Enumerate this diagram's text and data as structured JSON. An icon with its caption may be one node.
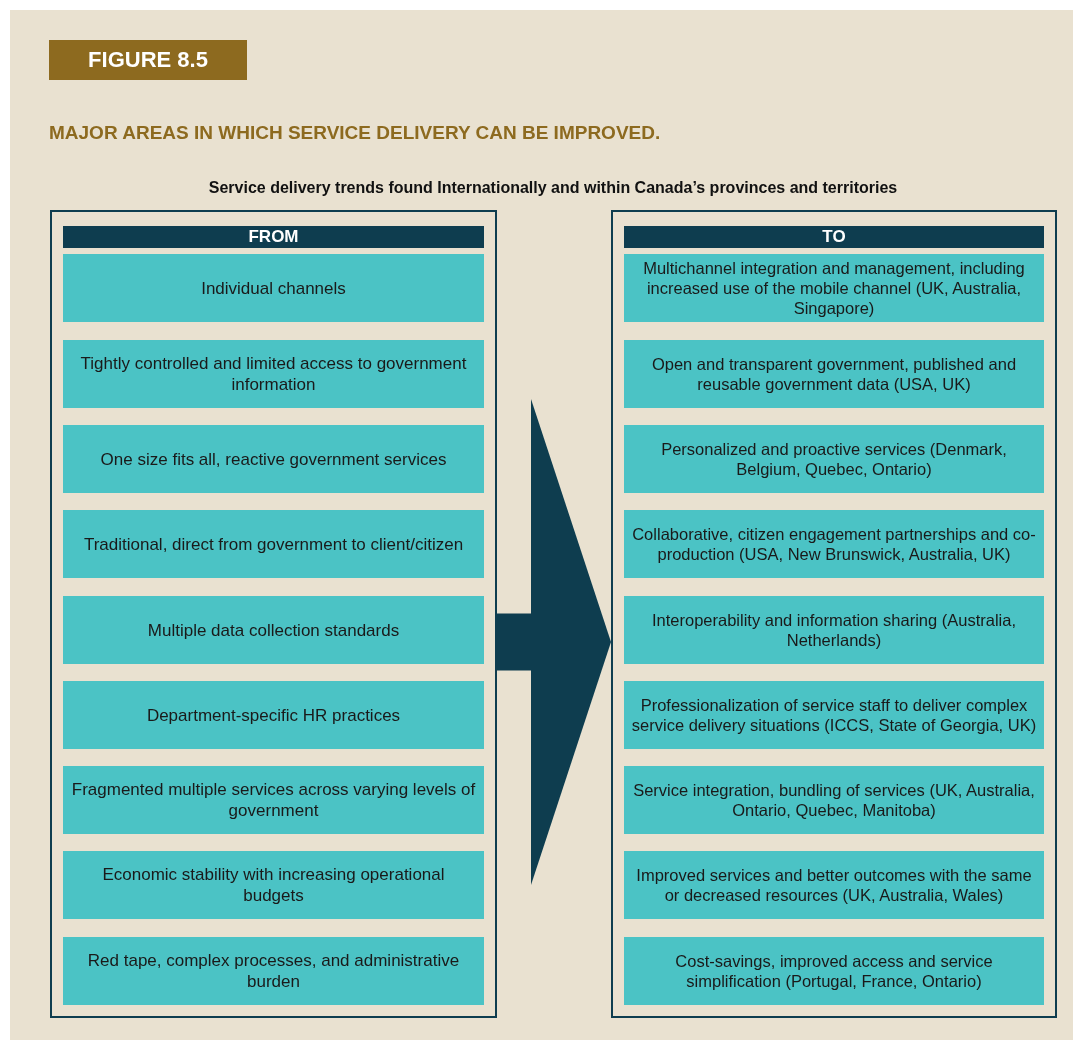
{
  "diagram": {
    "title": "MAJOR AREAS IN WHICH SERVICE DELIVERY CAN BE IMPROVED.",
    "nodes": [
      {
        "text": [
          "FROM"
        ]
      },
      {
        "text": [
          "Individual channels"
        ],
        "in": 0
      },
      {
        "text": [
          "Tightly controlled and limited access to government information"
        ],
        "in": 0
      },
      {
        "text": [
          "One size fits all, reactive government services"
        ],
        "in": 0
      },
      {
        "text": [
          "Traditional, direct from government to client/citizen"
        ],
        "in": 0
      },
      {
        "text": [
          "Multiple data collection standards"
        ],
        "in": 0
      },
      {
        "text": [
          "Department-specific HR practices"
        ],
        "in": 0
      },
      {
        "text": [
          "Fragmented multiple services across varying levels of government"
        ],
        "in": 0
      },
      {
        "text": [
          "Economic stability with increasing operational budgets"
        ],
        "in": 0
      },
      {
        "text": [
          "Red tape, complex processes, and administrative burden"
        ],
        "in": 0
      },
      {
        "text": [
          "TO"
        ]
      },
      {
        "text": [
          "Multichannel integration and management, including increased use of the mobile channel (UK, Australia, Singapore)"
        ],
        "in": 10
      },
      {
        "text": [
          "Open and transparent government, published and reusable government data (USA, UK)"
        ],
        "in": 10
      },
      {
        "text": [
          "Personalized and proactive services (Denmark, Belgium, Quebec, Ontario)"
        ],
        "in": 10
      },
      {
        "text": [
          "Collaborative, citizen engagement partnerships and co-production (USA, New Brunswick, Australia, UK)"
        ],
        "in": 10
      },
      {
        "text": [
          "Interoperability and information sharing (Australia, Netherlands)"
        ],
        "in": 10
      },
      {
        "text": [
          "Professionalization of service staff to deliver complex service delivery situations (ICCS, State of Georgia, UK)"
        ],
        "in": 10
      },
      {
        "text": [
          "Service integration, bundling of services (UK, Australia, Ontario, Quebec, Manitoba)"
        ],
        "in": 10
      },
      {
        "text": [
          "Improved services and better outcomes with the same or decreased resources (UK, Australia, Wales)"
        ],
        "in": 10
      },
      {
        "text": [
          "Cost-savings, improved access and service simplification (Portugal, France, Ontario)"
        ],
        "in": 10
      }
    ],
    "edges": [
      {
        "from": 0,
        "to": 10,
        "arrow": "to"
      }
    ],
    "labels": [
      "FIGURE 8.5",
      "Service delivery trends found Internationally and within Canada’s provinces and territories"
    ]
  }
}
